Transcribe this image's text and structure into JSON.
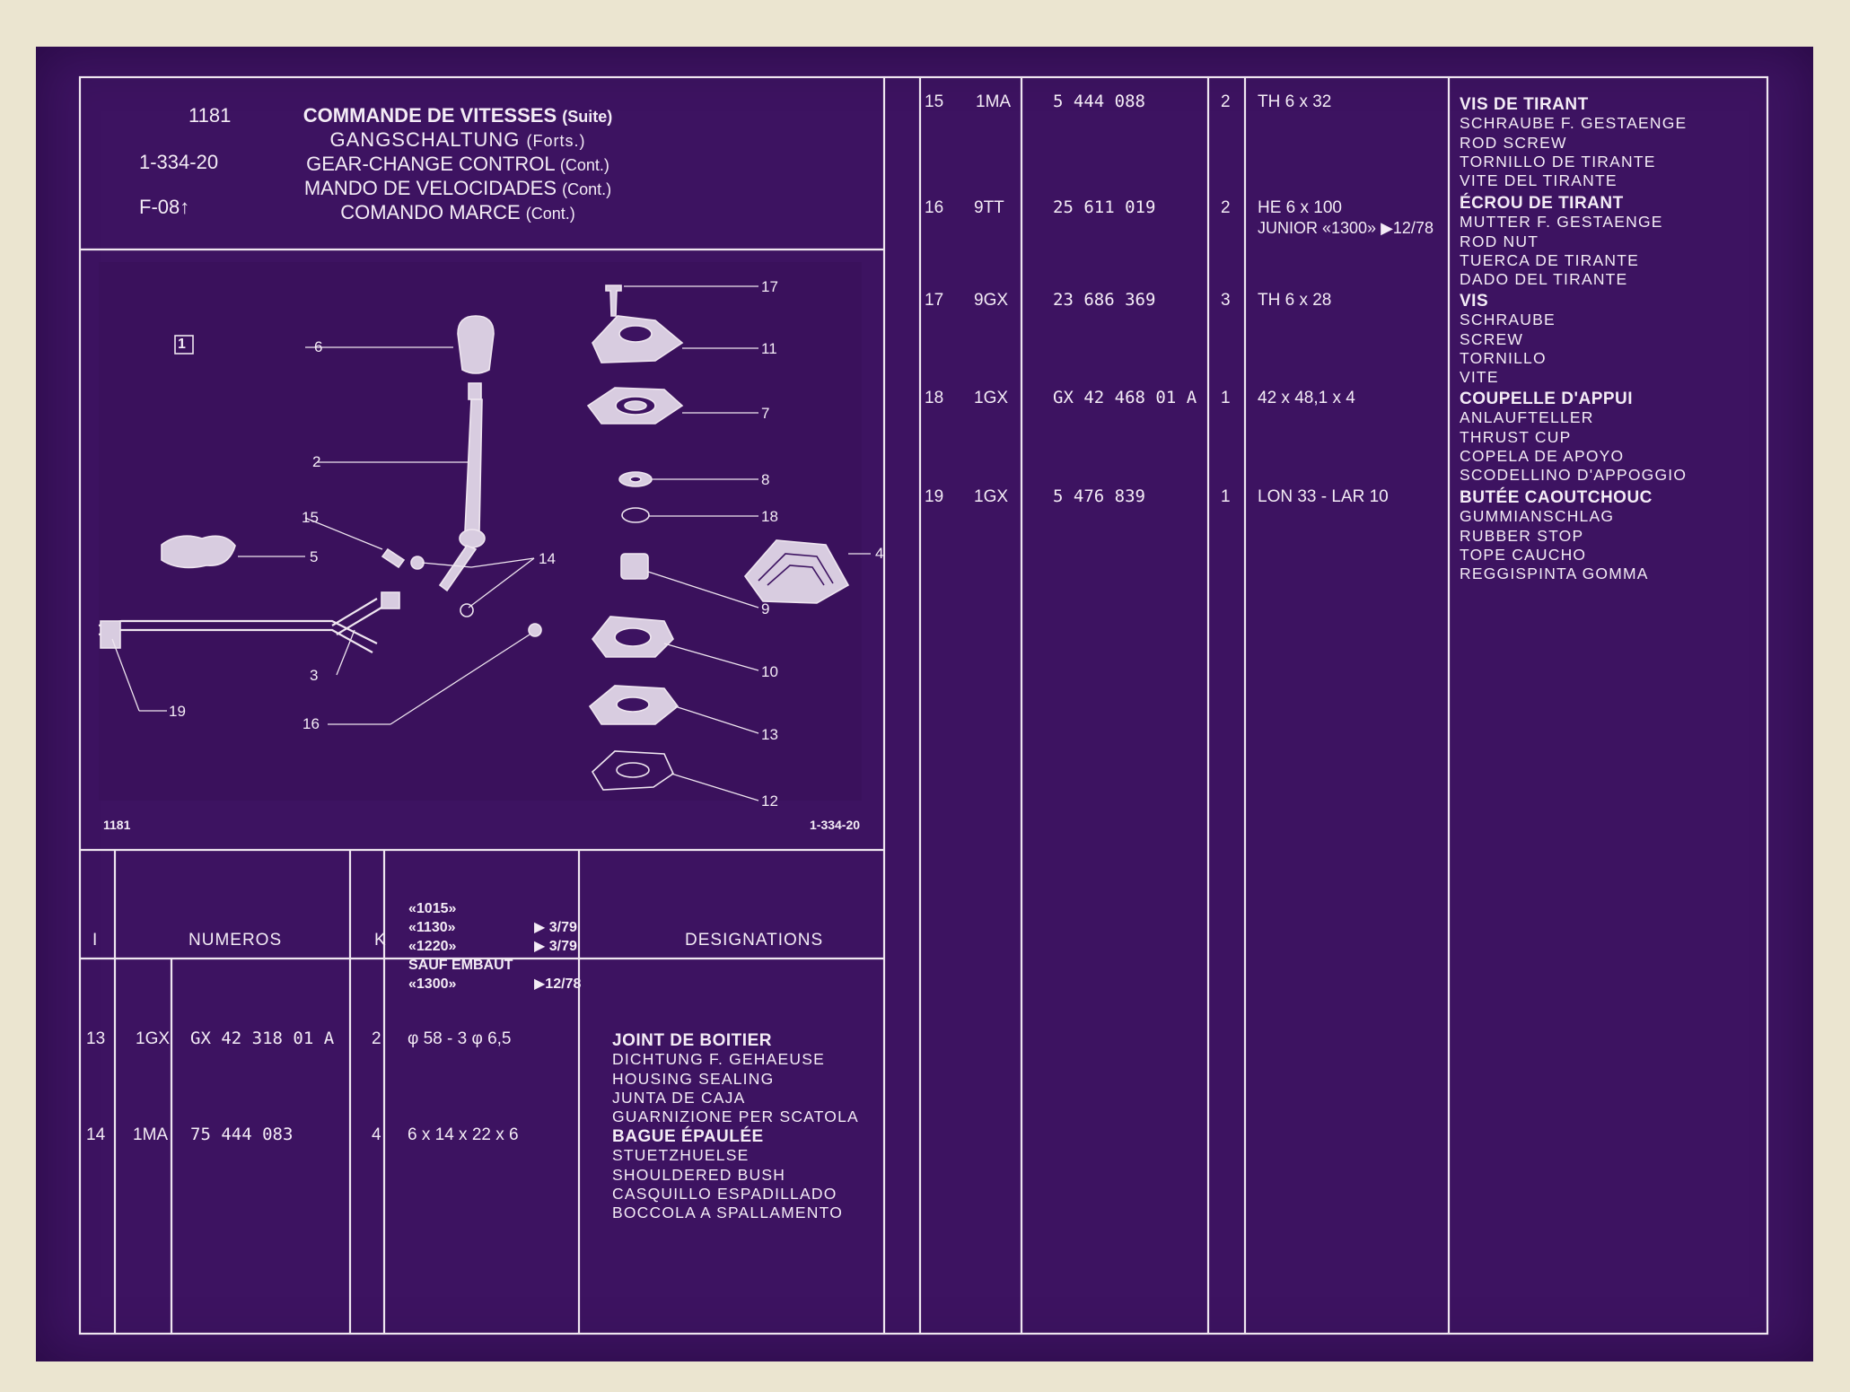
{
  "header": {
    "ref_number": "1181",
    "ref_code": "1-334-20",
    "ref_fig": "F-08",
    "titles": [
      {
        "main": "COMMANDE DE VITESSES",
        "suffix": "(Suite)"
      },
      {
        "main": "GANGSCHALTUNG",
        "suffix": "(Forts.)"
      },
      {
        "main": "GEAR-CHANGE CONTROL",
        "suffix": "(Cont.)"
      },
      {
        "main": "MANDO DE VELOCIDADES",
        "suffix": "(Cont.)"
      },
      {
        "main": "COMANDO MARCE",
        "suffix": "(Cont.)"
      }
    ]
  },
  "diagram": {
    "box_label": "1",
    "footer_left": "1181",
    "footer_right": "1-334-20",
    "callouts": {
      "c2": "2",
      "c3": "3",
      "c4": "4",
      "c5": "5",
      "c6": "6",
      "c7": "7",
      "c8": "8",
      "c9": "9",
      "c10": "10",
      "c11": "11",
      "c12": "12",
      "c13": "13",
      "c14": "14",
      "c15": "15",
      "c16": "16",
      "c17": "17",
      "c18": "18",
      "c19": "19"
    }
  },
  "table_header": {
    "col_i": "I",
    "col_numeros": "NUMEROS",
    "col_k": "K",
    "models": [
      {
        "model": "«1015»",
        "note": ""
      },
      {
        "model": "«1130»",
        "note": "▶ 3/79"
      },
      {
        "model": "«1220»",
        "note": "▶ 3/79"
      },
      {
        "model": "SAUF EMBAUT",
        "note": ""
      },
      {
        "model": "«1300»",
        "note": "▶12/78"
      }
    ],
    "col_designations": "DESIGNATIONS"
  },
  "rows": [
    {
      "i": "13",
      "code": "1GX",
      "number": "GX 42 318 01 A",
      "k": "2",
      "spec": "φ 58 - 3 φ 6,5",
      "spec2": "",
      "designations": [
        "JOINT DE BOITIER",
        "DICHTUNG F. GEHAEUSE",
        "HOUSING SEALING",
        "JUNTA DE CAJA",
        "GUARNIZIONE PER SCATOLA"
      ]
    },
    {
      "i": "14",
      "code": "1MA",
      "number": "75 444 083",
      "k": "4",
      "spec": "6 x 14 x 22 x 6",
      "spec2": "",
      "designations": [
        "BAGUE ÉPAULÉE",
        "STUETZHUELSE",
        "SHOULDERED BUSH",
        "CASQUILLO ESPADILLADO",
        "BOCCOLA A SPALLAMENTO"
      ]
    },
    {
      "i": "15",
      "code": "1MA",
      "number": "5 444 088",
      "k": "2",
      "spec": "TH 6 x 32",
      "spec2": "",
      "designations": [
        "VIS DE TIRANT",
        "SCHRAUBE F. GESTAENGE",
        "ROD SCREW",
        "TORNILLO DE TIRANTE",
        "VITE DEL TIRANTE"
      ]
    },
    {
      "i": "16",
      "code": "9TT",
      "number": "25 611 019",
      "k": "2",
      "spec": "HE 6 x 100",
      "spec2": "JUNIOR «1300» ▶12/78",
      "designations": [
        "ÉCROU DE TIRANT",
        "MUTTER F. GESTAENGE",
        "ROD NUT",
        "TUERCA DE TIRANTE",
        "DADO DEL TIRANTE"
      ]
    },
    {
      "i": "17",
      "code": "9GX",
      "number": "23 686 369",
      "k": "3",
      "spec": "TH 6 x 28",
      "spec2": "",
      "designations": [
        "VIS",
        "SCHRAUBE",
        "SCREW",
        "TORNILLO",
        "VITE"
      ]
    },
    {
      "i": "18",
      "code": "1GX",
      "number": "GX 42 468 01 A",
      "k": "1",
      "spec": "42 x 48,1 x 4",
      "spec2": "",
      "designations": [
        "COUPELLE D'APPUI",
        "ANLAUFTELLER",
        "THRUST CUP",
        "COPELA DE APOYO",
        "SCODELLINO D'APPOGGIO"
      ]
    },
    {
      "i": "19",
      "code": "1GX",
      "number": "5 476 839",
      "k": "1",
      "spec": "LON 33 - LAR 10",
      "spec2": "",
      "designations": [
        "BUTÉE CAOUTCHOUC",
        "GUMMIANSCHLAG",
        "RUBBER STOP",
        "TOPE CAUCHO",
        "REGGISPINTA GOMMA"
      ]
    }
  ]
}
